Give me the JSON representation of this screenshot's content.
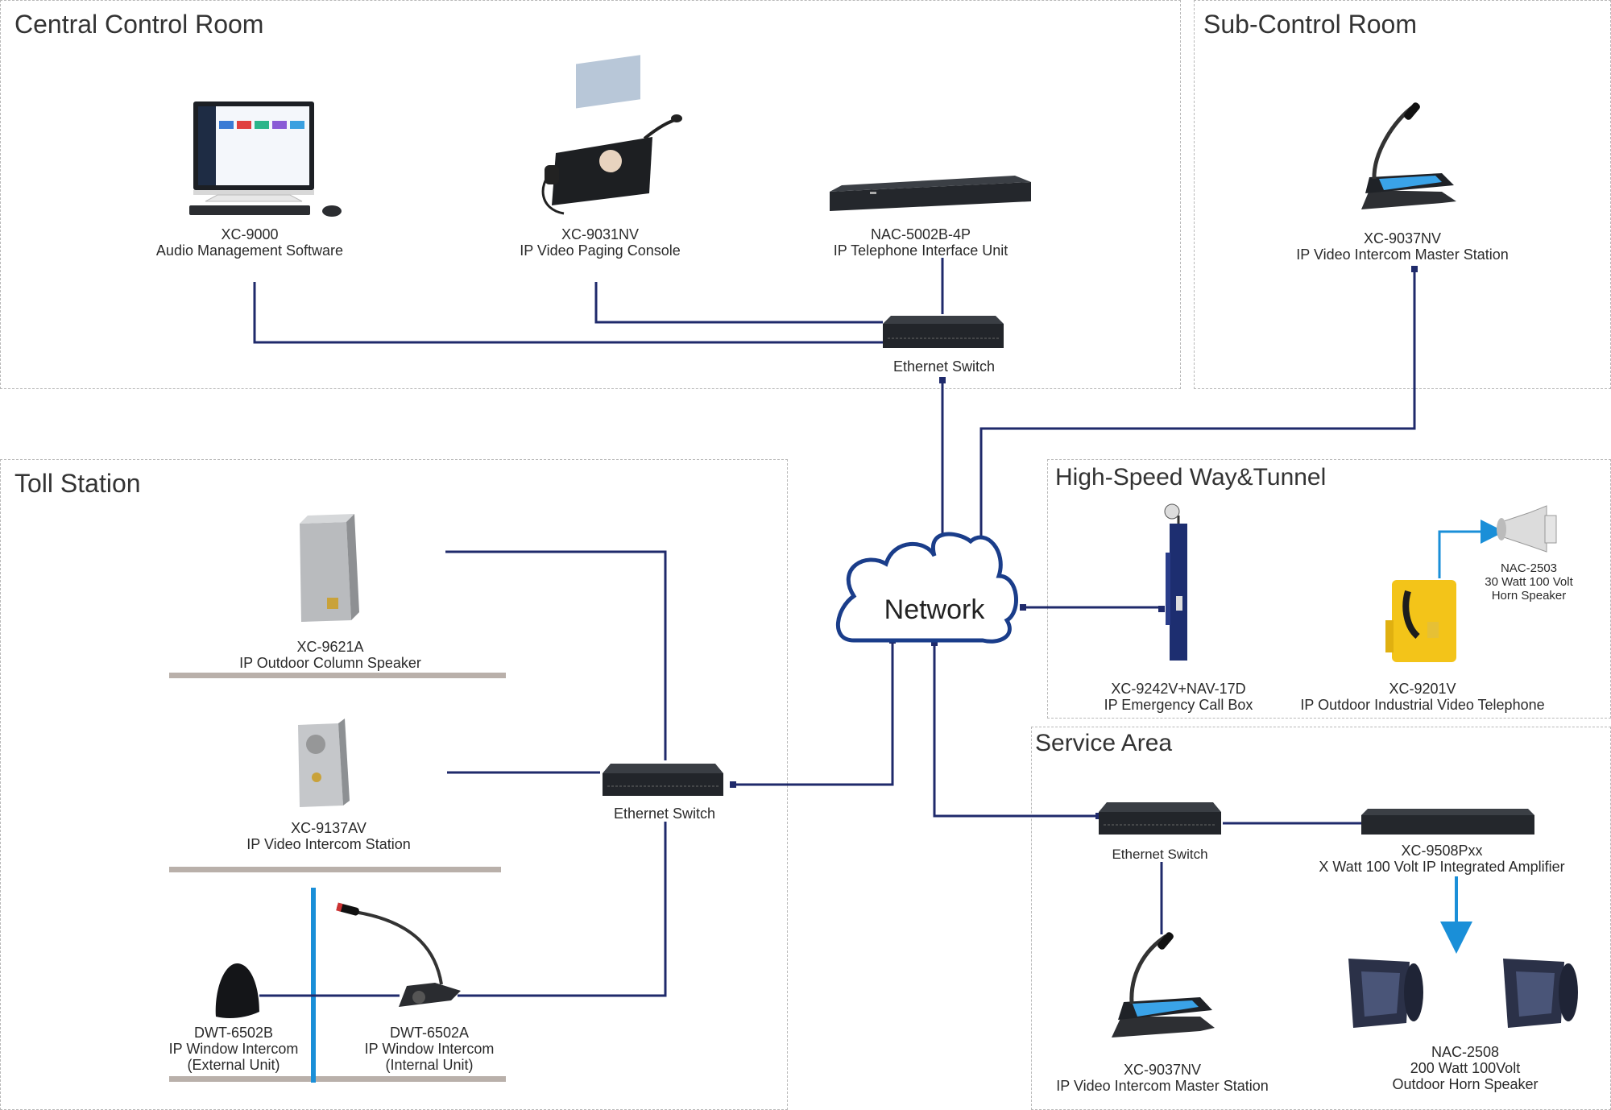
{
  "zones": {
    "central": "Central Control Room",
    "sub": "Sub-Control Room",
    "toll": "Toll Station",
    "highway": "High-Speed Way&Tunnel",
    "service": "Service Area"
  },
  "network_label": "Network",
  "devices": {
    "xc9000": {
      "model": "XC-9000",
      "desc": "Audio Management Software"
    },
    "xc9031nv": {
      "model": "XC-9031NV",
      "desc": "IP Video Paging Console"
    },
    "nac5002b": {
      "model": "NAC-5002B-4P",
      "desc": "IP Telephone Interface Unit"
    },
    "switch_central": {
      "model": "Ethernet Switch"
    },
    "xc9037nv_sub": {
      "model": "XC-9037NV",
      "desc": "IP Video Intercom Master Station"
    },
    "xc9621a": {
      "model": "XC-9621A",
      "desc": "IP Outdoor Column Speaker"
    },
    "xc9137av": {
      "model": "XC-9137AV",
      "desc": "IP Video Intercom Station"
    },
    "switch_toll": {
      "model": "Ethernet Switch"
    },
    "dwt6502b": {
      "model": "DWT-6502B",
      "desc": "IP Window Intercom",
      "desc2": "(External Unit)"
    },
    "dwt6502a": {
      "model": "DWT-6502A",
      "desc": "IP Window Intercom",
      "desc2": "(Internal Unit)"
    },
    "xc9242v": {
      "model": "XC-9242V+NAV-17D",
      "desc": "IP Emergency Call Box"
    },
    "nac2503": {
      "model": "NAC-2503",
      "desc": "30 Watt 100 Volt",
      "desc2": "Horn Speaker"
    },
    "xc9201v": {
      "model": "XC-9201V",
      "desc": "IP Outdoor Industrial Video Telephone"
    },
    "switch_service": {
      "model": "Ethernet Switch"
    },
    "xc9508pxx": {
      "model": "XC-9508Pxx",
      "desc": "X Watt 100 Volt IP Integrated Amplifier"
    },
    "xc9037nv_service": {
      "model": "XC-9037NV",
      "desc": "IP Video Intercom Master Station"
    },
    "nac2508": {
      "model": "NAC-2508",
      "desc": "200 Watt 100Volt",
      "desc2": "Outdoor Horn Speaker"
    }
  },
  "colors": {
    "wire": "#1f2a6b",
    "accent": "#1a8fd8",
    "cloud": "#1a3d8a",
    "floor": "#b9b0aa"
  }
}
